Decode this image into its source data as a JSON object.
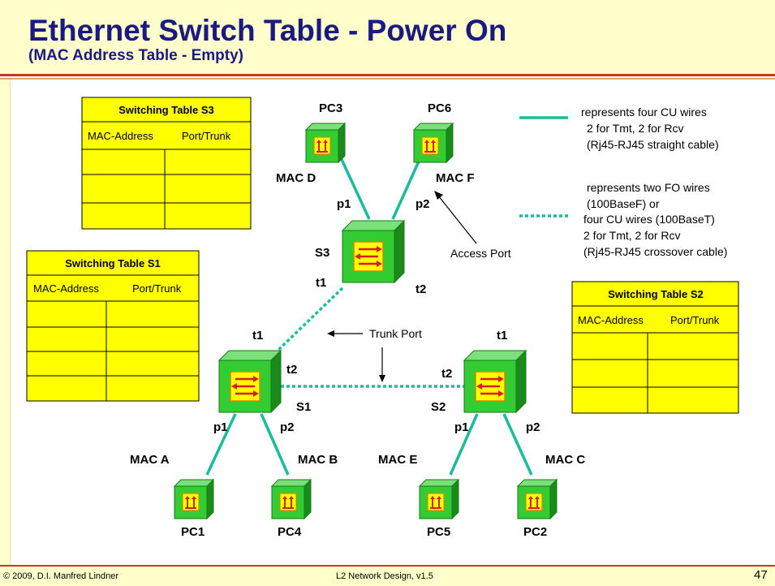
{
  "header": {
    "title": "Ethernet Switch Table - Power On",
    "subtitle": "(MAC Address Table - Empty)"
  },
  "footer": {
    "copyright": "© 2009, D.I. Manfred Lindner",
    "doc": "L2 Network Design, v1.5",
    "page": "47"
  },
  "tables": {
    "s3": {
      "title": "Switching Table S3",
      "col1": "MAC-Address",
      "col2": "Port/Trunk"
    },
    "s1": {
      "title": "Switching Table S1",
      "col1": "MAC-Address",
      "col2": "Port/Trunk"
    },
    "s2": {
      "title": "Switching Table S2",
      "col1": "MAC-Address",
      "col2": "Port/Trunk"
    }
  },
  "legend": {
    "solid_lines": [
      "represents four CU wires",
      "2 for Tmt, 2 for Rcv",
      "(Rj45-RJ45 straight cable)"
    ],
    "dotted_lines": [
      "represents two FO wires",
      "(100BaseF)  or",
      "four CU wires (100BaseT)",
      "2 for Tmt, 2 for Rcv",
      "(Rj45-RJ45 crossover cable)"
    ]
  },
  "annotations": {
    "access_port": "Access Port",
    "trunk_port": "Trunk Port"
  },
  "switches": {
    "s1": "S1",
    "s2": "S2",
    "s3": "S3"
  },
  "pcs": {
    "pc1": "PC1",
    "pc2": "PC2",
    "pc3": "PC3",
    "pc4": "PC4",
    "pc5": "PC5",
    "pc6": "PC6"
  },
  "macs": {
    "a": "MAC A",
    "b": "MAC B",
    "c": "MAC C",
    "d": "MAC D",
    "e": "MAC E",
    "f": "MAC F"
  },
  "ports": {
    "p1": "p1",
    "p2": "p2",
    "t1": "t1",
    "t2": "t2"
  },
  "colors": {
    "device_green": "#33cc33",
    "device_dark": "#1a7a1a",
    "link": "#1abc9c",
    "table_fill": "#ffff00",
    "header_bg": "#ffffcc",
    "title_color": "#1a1a80"
  }
}
